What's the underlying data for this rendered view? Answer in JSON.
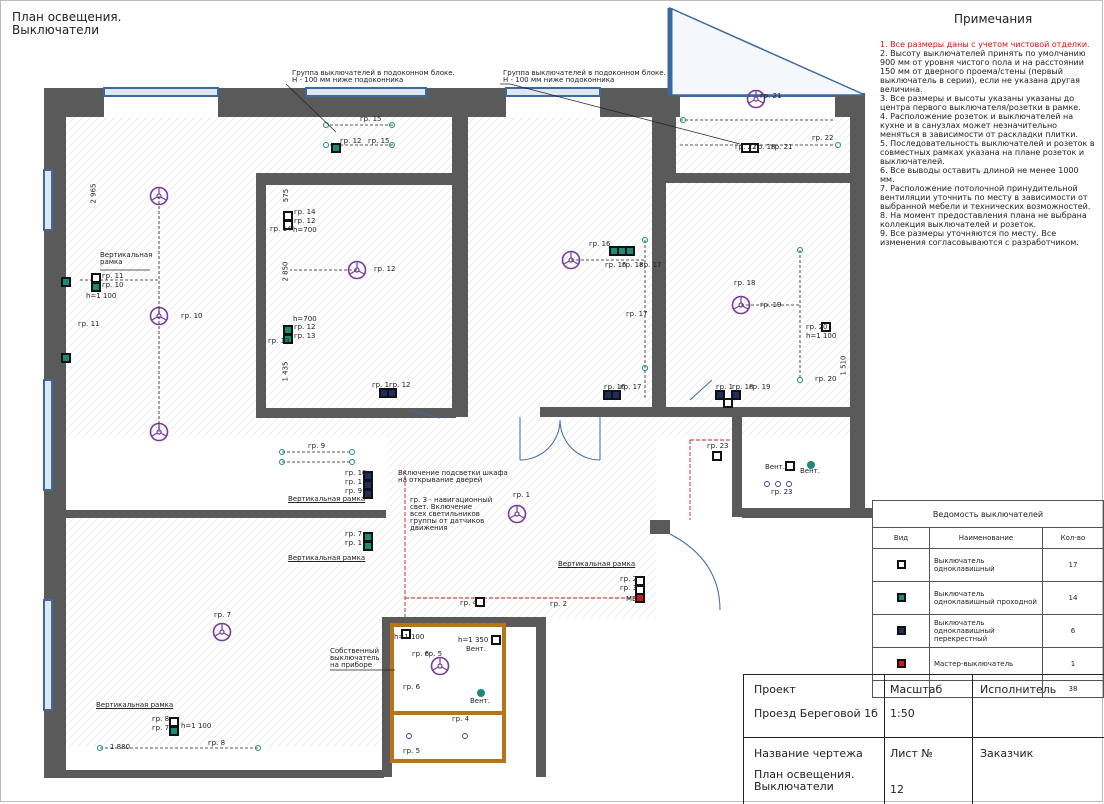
{
  "drawing_title": [
    "План освещения.",
    "Выключатели"
  ],
  "notes": {
    "heading": "Примечания",
    "items": [
      "1. Все размеры даны с учетом чистовой отделки.",
      "2. Высоту выключателей принять по умолчанию 900 мм от уровня чистого пола и на расстоянии 150 мм от дверного проема/стены (первый выключатель в серии), если не указана другая величина.",
      "3. Все размеры и высоты указаны указаны до центра первого выключателя/розетки в рамке.",
      "4. Расположение розеток и выключателей на кухне и в санузлах может незначительно меняться в зависимости от раскладки плитки.",
      "5. Последовательность выключателей и розеток в совместных рамках указана на плане розеток и выключателей.",
      "6. Все выводы оставить длиной не менее 1000 мм.",
      "7. Расположение потолочной принудительной вентиляции уточнить по месту в зависимости от выбранной мебели и технических возможностей.",
      "8. На момент предоставления плана не выбрана коллекция выключателей и розеток.",
      "9. Все размеры уточняются по месту. Все изменения согласовываются с разработчиком."
    ]
  },
  "plan_labels": {
    "window_group_1": [
      "Группа выключателей в подоконном блоке.",
      "Н - 100 мм ниже подоконника"
    ],
    "window_group_2": [
      "Группа выключателей в подоконном блоке.",
      "Н - 100 мм ниже подоконника"
    ],
    "vertical_frame": [
      "Вертикальная",
      "рамка"
    ],
    "vertical_frame_line": "Вертикальная рамка",
    "wardrobe": [
      "Включение подсветки шкафа",
      "на открывание дверей"
    ],
    "nav_light": [
      "гр. 3 - навигационный",
      "свет. Включение",
      "всех светильников",
      "группы от датчиков",
      "движения"
    ],
    "own_switch": [
      "Собственный",
      "выключатель",
      "на приборе"
    ],
    "h1100": "h=1 100",
    "h700": "h=700",
    "h1350": "h=1 350",
    "vent": "Вент.",
    "mv": "МВ",
    "dim_2965": "2 965",
    "dim_2850": "2 850",
    "dim_1435": "1 435",
    "dim_575": "575",
    "dim_1880": "1 880",
    "dim_1510": "1 510",
    "groups": {
      "g1": "гр. 1",
      "g2": "гр. 2",
      "g3": "гр. 3",
      "g4": "гр. 4",
      "g5": "гр. 5",
      "g6": "гр. 6",
      "g7": "гр. 7",
      "g8": "гр. 8",
      "g9": "гр. 9",
      "g10": "гр. 10",
      "g11": "гр. 11",
      "g12": "гр. 12",
      "g13": "гр. 13",
      "g14": "гр. 14",
      "g15": "гр. 15",
      "g16": "гр. 16",
      "g17": "гр. 17",
      "g18": "гр. 18",
      "g19": "гр. 19",
      "g20": "гр. 20",
      "g21": "гр. 21",
      "g22": "гр. 22",
      "g23": "гр. 23"
    }
  },
  "ledger": {
    "caption": "Ведомость выключателей",
    "col_type": "Вид",
    "col_name": "Наименование",
    "col_qty": "Кол-во",
    "rows": [
      {
        "icon": "switch-single-icon",
        "color": "#ffffff",
        "name": [
          "Выключатель",
          "одноклавишный"
        ],
        "qty": "17"
      },
      {
        "icon": "switch-single-pass-icon",
        "color": "#1a8a7a",
        "name": [
          "Выключатель",
          "одноклавишный проходной"
        ],
        "qty": "14"
      },
      {
        "icon": "switch-single-cross-icon",
        "color": "#1c2f5e",
        "name": [
          "Выключатель",
          "одноклавишный перекрестный"
        ],
        "qty": "6"
      },
      {
        "icon": "master-switch-icon",
        "color": "#d01818",
        "name": [
          "Мастер-выключатель"
        ],
        "qty": "1"
      }
    ],
    "total": "38"
  },
  "stamp": {
    "project_label": "Проект",
    "project_value": "Проезд Береговой 1б",
    "scale_label": "Масштаб",
    "scale_value": "1:50",
    "executor_label": "Исполнитель",
    "drawing_label": "Название чертежа",
    "drawing_value": [
      "План освещения.",
      "Выключатели"
    ],
    "sheet_label": "Лист №",
    "sheet_value": "12",
    "customer_label": "Заказчик"
  },
  "colors": {
    "wall": "#5a5a5a",
    "fixture": "#7b3a9a",
    "pass_switch": "#1a8a7a",
    "cross_switch": "#1c2f5e",
    "master": "#d01818",
    "bath_frame": "#b8741a",
    "window": "#3a6aa0"
  }
}
